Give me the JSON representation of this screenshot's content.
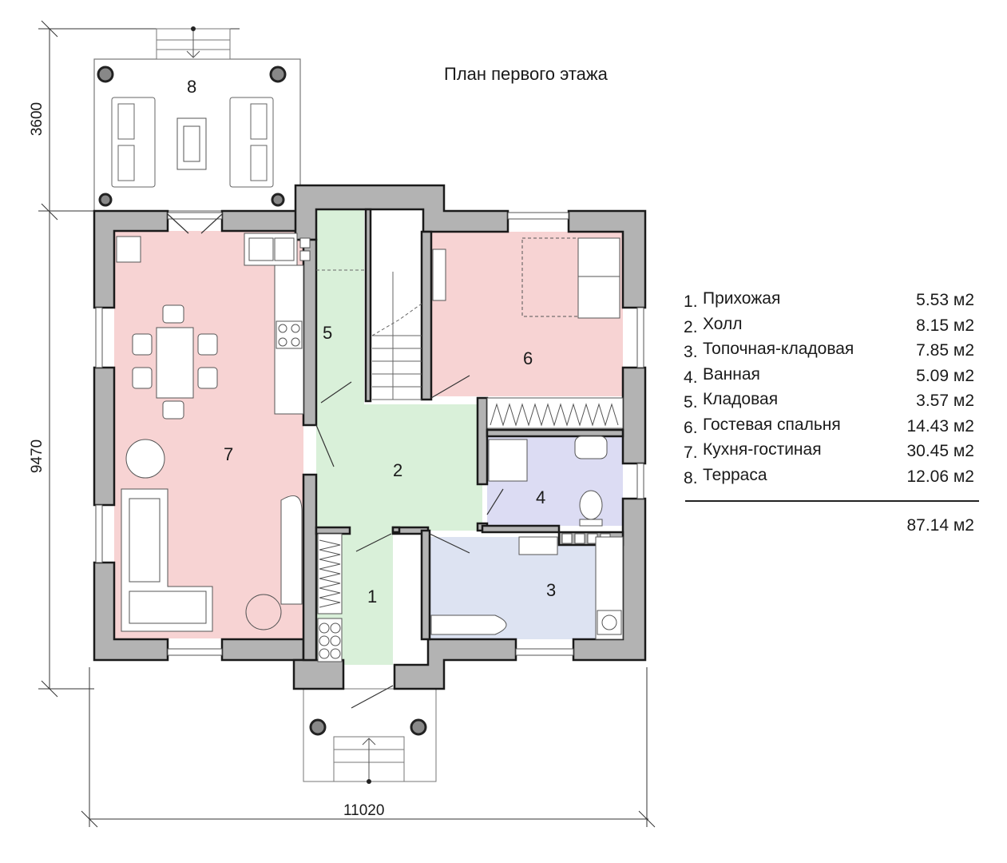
{
  "title": "План первого этажа",
  "dimensions": {
    "width": "11020",
    "height_main": "9470",
    "height_terrace": "3600"
  },
  "rooms": [
    {
      "num": "1",
      "name": "Прихожая",
      "area": "5.53 м2"
    },
    {
      "num": "2",
      "name": "Холл",
      "area": "8.15 м2"
    },
    {
      "num": "3",
      "name": "Топочная-кладовая",
      "area": "7.85 м2"
    },
    {
      "num": "4",
      "name": "Ванная",
      "area": "5.09 м2"
    },
    {
      "num": "5",
      "name": "Кладовая",
      "area": "3.57 м2"
    },
    {
      "num": "6",
      "name": "Гостевая спальня",
      "area": "14.43 м2"
    },
    {
      "num": "7",
      "name": "Кухня-гостиная",
      "area": "30.45 м2"
    },
    {
      "num": "8",
      "name": "Терраса",
      "area": "12.06 м2"
    }
  ],
  "total_area": "87.14 м2",
  "colors": {
    "pink": "#f7d3d3",
    "green": "#d9f0d9",
    "lavender": "#dcdcf3",
    "bluegray": "#dde3f2",
    "wall": "#b3b3b3",
    "wall_stroke": "#1a1a1a"
  }
}
